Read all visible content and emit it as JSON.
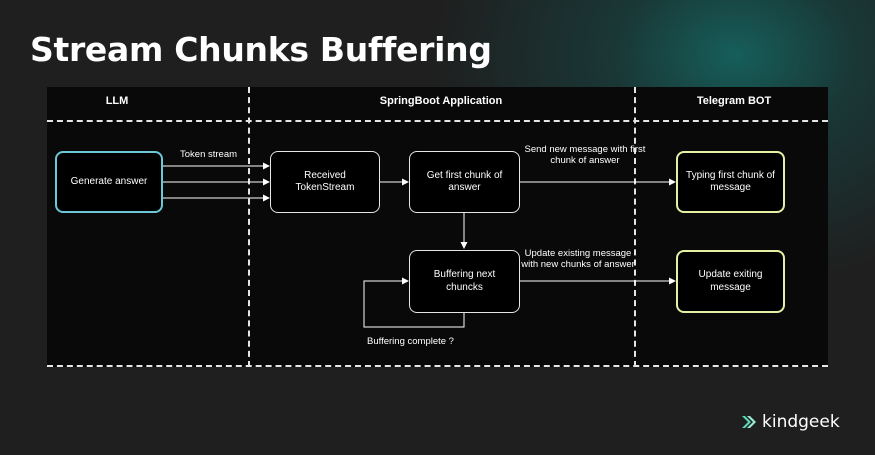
{
  "title": "Stream Chunks Buffering",
  "lanes": {
    "llm": "LLM",
    "app": "SpringBoot Application",
    "bot": "Telegram BOT"
  },
  "nodes": {
    "generate": "Generate answer",
    "received": "Received TokenStream",
    "first_chunk": "Get first chunk of answer",
    "buffering": "Buffering next chuncks",
    "typing": "Typing first chunk of message",
    "update": "Update exiting message"
  },
  "edge_labels": {
    "token_stream": "Token stream",
    "send_new": "Send new message with first chunk of answer",
    "update_existing": "Update existing message with new chunks of answer",
    "buffering_complete": "Buffering complete ?"
  },
  "brand": "kindgeek",
  "colors": {
    "background": "#1f1f1f",
    "canvas": "#090909",
    "llm_node_border": "#6cc8d6",
    "bot_node_border": "#e7f0a2",
    "accent_glow": "#146e69"
  }
}
